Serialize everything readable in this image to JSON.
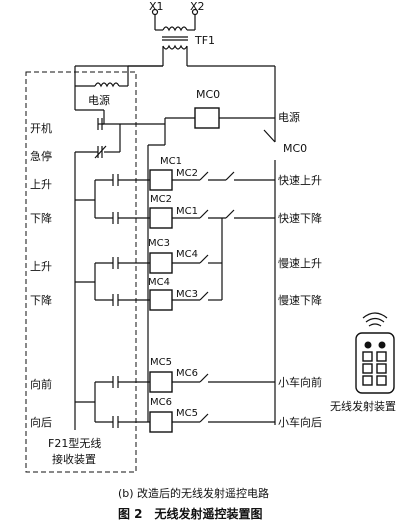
{
  "terminals": {
    "x1": "X1",
    "x2": "X2",
    "transformer": "TF1"
  },
  "receiver": {
    "power_supply": "电源",
    "inputs": [
      "开机",
      "急停",
      "上升",
      "下降",
      "上升",
      "下降",
      "向前",
      "向后"
    ],
    "device_line1": "F21型无线",
    "device_line2": "接收装置"
  },
  "main_contactor": {
    "coil": "MC0",
    "contact": "MC0"
  },
  "coils": [
    "MC1",
    "MC2",
    "MC3",
    "MC4",
    "MC5",
    "MC6"
  ],
  "interlocks": [
    "MC2",
    "MC1",
    "MC4",
    "MC3",
    "MC6",
    "MC5"
  ],
  "outputs": [
    "电源",
    "快速上升",
    "快速下降",
    "慢速上升",
    "慢速下降",
    "小车向前",
    "小车向后"
  ],
  "transmitter": {
    "label": "无线发射装置"
  },
  "caption": {
    "subtitle": "(b) 改造后的无线发射遥控电路",
    "title": "图 2　无线发射遥控装置图"
  }
}
